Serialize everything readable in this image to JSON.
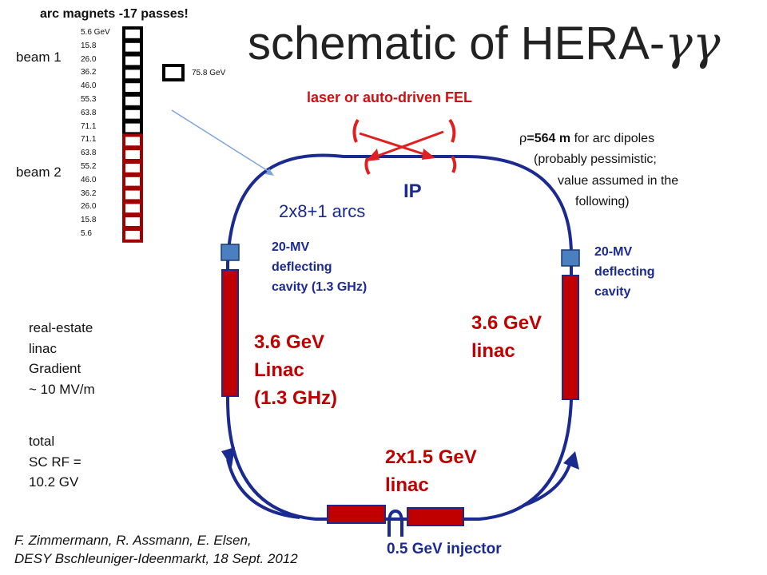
{
  "title": "schematic of HERA-",
  "title_symbol": "γγ",
  "arc_header": "arc magnets -17 passes!",
  "beam1": "beam 1",
  "beam2": "beam 2",
  "energies": [
    "5.6 GeV",
    "15.8",
    "26.0",
    "36.2",
    "46.0",
    "55.3",
    "63.8",
    "71.1",
    "71.1",
    "63.8",
    "55.2",
    "46.0",
    "36.2",
    "26.0",
    "15.8",
    "5.6"
  ],
  "top_energy": "75.8 GeV",
  "laser": "laser or auto-driven FEL",
  "rho_sym": "ρ",
  "rho_value": "=564 m",
  "rho_rest": " for arc dipoles",
  "rho_l2": "(probably pessimistic;",
  "rho_l3": "value assumed in the",
  "rho_l4": "following)",
  "ip": "IP",
  "arcs": "2x8+1 arcs",
  "cav_left": [
    "20-MV",
    "deflecting",
    "cavity (1.3 GHz)"
  ],
  "cav_right": [
    "20-MV",
    "deflecting",
    "cavity"
  ],
  "linac_left": [
    "3.6 GeV",
    "Linac",
    "(1.3 GHz)"
  ],
  "linac_right": [
    "3.6 GeV",
    "linac"
  ],
  "linac_bottom": [
    "2x1.5 GeV",
    "linac"
  ],
  "injector": "0.5 GeV injector",
  "real_estate": [
    "real-estate",
    "linac",
    "Gradient",
    "~ 10 MV/m"
  ],
  "total": [
    "total",
    "SC RF =",
    "10.2 GV"
  ],
  "citation": [
    "F. Zimmermann, R. Assmann, E. Elsen,",
    "DESY Bschleuniger-Ideenmarkt, 18 Sept. 2012"
  ],
  "colors": {
    "ring": "#1a2a90",
    "linac": "#c00000",
    "cavity": "#4a7fc0",
    "laser": "#e02020"
  }
}
